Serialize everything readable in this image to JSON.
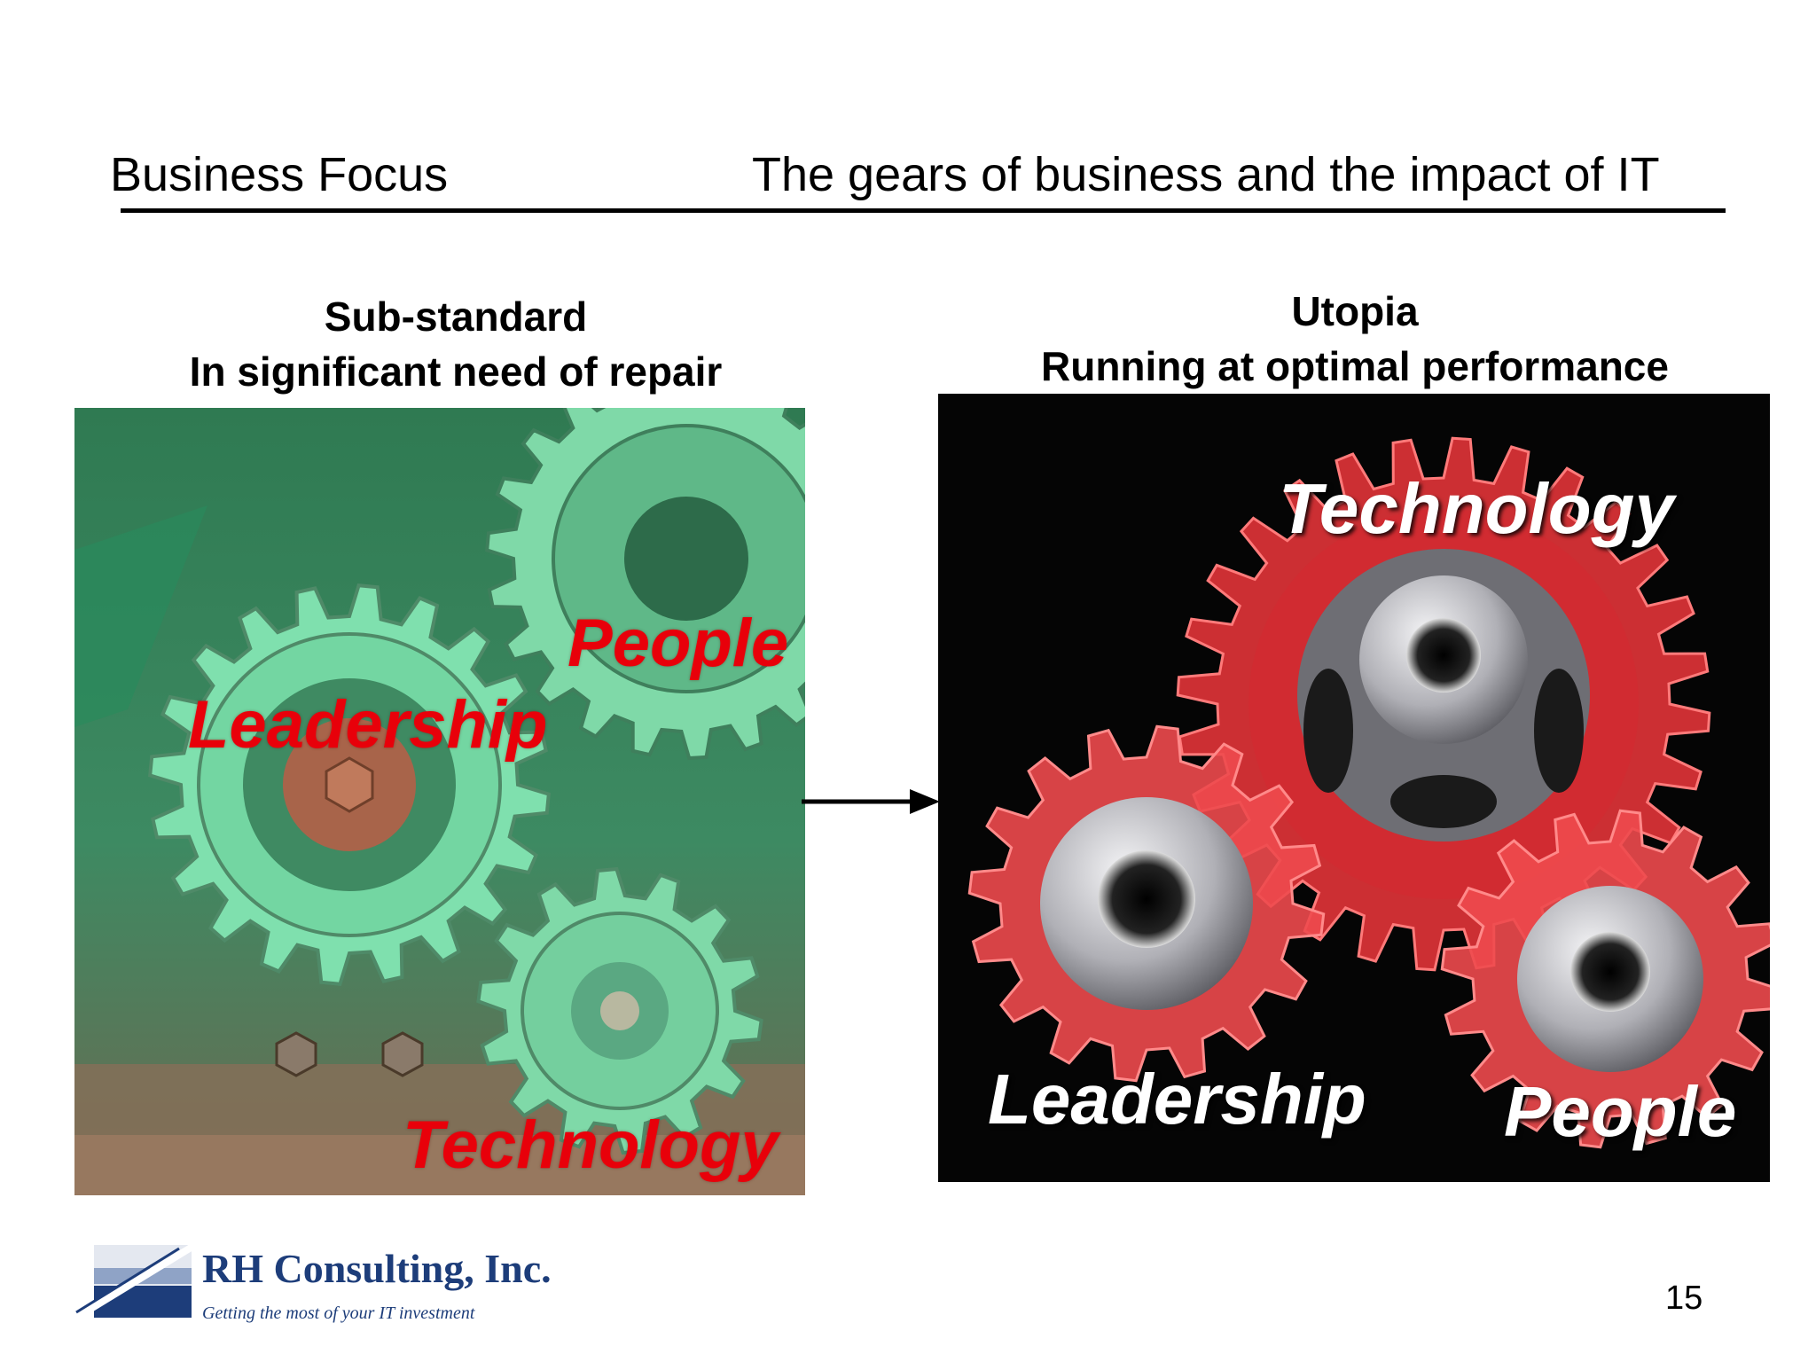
{
  "header": {
    "section": "Business Focus",
    "title": "The gears of business and the impact of IT"
  },
  "left_panel": {
    "caption_line1": "Sub-standard",
    "caption_line2": "In significant need of repair",
    "labels": {
      "people": "People",
      "leadership": "Leadership",
      "technology": "Technology"
    },
    "label_color": "#e8000a",
    "gear_color": "#6fcf9a",
    "rust_color": "#a8644a"
  },
  "right_panel": {
    "caption_line1": "Utopia",
    "caption_line2": "Running at optimal performance",
    "labels": {
      "technology": "Technology",
      "leadership": "Leadership",
      "people": "People"
    },
    "label_color": "#ffffff",
    "gear_color": "#e8353a",
    "hub_color": "#c8c8cc"
  },
  "transition_icon": "arrow-right-icon",
  "footer": {
    "company": "RH Consulting, Inc.",
    "tagline": "Getting the most of your IT investment",
    "logo_icon": "rh-consulting-logo",
    "brand_color": "#1d3d7a",
    "page_number": "15"
  }
}
